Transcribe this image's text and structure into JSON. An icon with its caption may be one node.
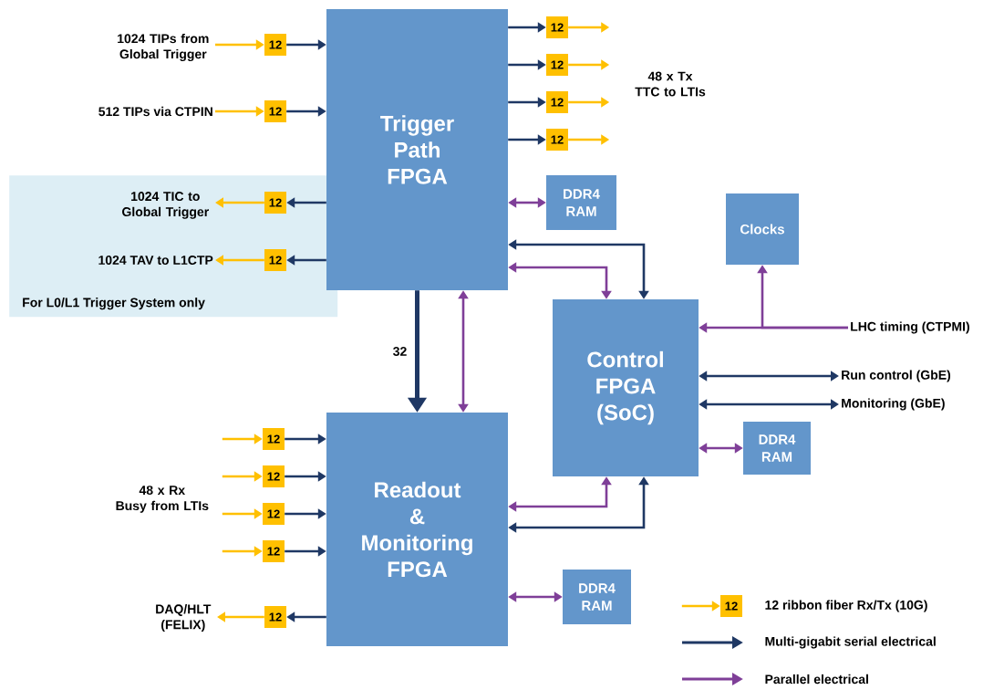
{
  "diagram": {
    "nodes": [
      {
        "text": [
          "Trigger Path FPGA"
        ]
      },
      {
        "text": [
          "Readout & Monitoring FPGA"
        ]
      },
      {
        "text": [
          "Control FPGA (SoC)"
        ]
      },
      {
        "text": [
          "Clocks"
        ]
      },
      {
        "text": [
          "For L0/L1 Trigger System only"
        ]
      },
      {
        "text": [
          "1024 TIPs from Global Trigger"
        ]
      },
      {
        "text": [
          "12"
        ]
      },
      {
        "text": [
          "512 TIPs via CTPIN"
        ]
      },
      {
        "text": [
          "12"
        ]
      },
      {
        "text": [
          "1024 TIC to Global Trigger"
        ],
        "in": 4
      },
      {
        "text": [
          "12"
        ],
        "in": 4
      },
      {
        "text": [
          "1024 TAV to L1CTP"
        ],
        "in": 4
      },
      {
        "text": [
          "12"
        ],
        "in": 4
      },
      {
        "text": [
          "12"
        ]
      },
      {
        "text": [
          "12"
        ]
      },
      {
        "text": [
          "12"
        ]
      },
      {
        "text": [
          "12"
        ]
      },
      {
        "text": [
          "DDR4 RAM"
        ]
      },
      {
        "text": [
          "DDR4 RAM"
        ]
      },
      {
        "text": [
          "12"
        ]
      },
      {
        "text": [
          "12"
        ]
      },
      {
        "text": [
          "12"
        ]
      },
      {
        "text": [
          "12"
        ]
      },
      {
        "text": [
          "DAQ/HLT (FELIX)"
        ]
      },
      {
        "text": [
          "12"
        ]
      },
      {
        "text": [
          "DDR4 RAM"
        ]
      },
      {
        "text": [
          "LHC timing (CTPMI)"
        ]
      },
      {
        "text": [
          "Run control (GbE)"
        ]
      },
      {
        "text": [
          "Monitoring (GbE)"
        ]
      },
      {
        "text": [
          "12"
        ]
      }
    ],
    "edges": [
      {
        "from": 5,
        "to": 6,
        "arrow": "to",
        "color": "#ffc000"
      },
      {
        "from": 6,
        "to": 0,
        "arrow": "to"
      },
      {
        "from": 7,
        "to": 8,
        "arrow": "to",
        "color": "#ffc000"
      },
      {
        "from": 8,
        "to": 0,
        "arrow": "to"
      },
      {
        "from": 0,
        "to": 10,
        "arrow": "to"
      },
      {
        "from": 10,
        "to": 9,
        "arrow": "to",
        "color": "#ffc000"
      },
      {
        "from": 0,
        "to": 12,
        "arrow": "to"
      },
      {
        "from": 12,
        "to": 11,
        "arrow": "to",
        "color": "#ffc000"
      },
      {
        "from": 0,
        "to": 13,
        "arrow": "to"
      },
      {
        "from": 0,
        "to": 14,
        "arrow": "to"
      },
      {
        "from": 0,
        "to": 15,
        "arrow": "to"
      },
      {
        "from": 0,
        "to": 16,
        "arrow": "to"
      },
      {
        "from": 13,
        "to": null,
        "arrow": "to",
        "color": "#ffc000"
      },
      {
        "from": 14,
        "to": null,
        "arrow": "to",
        "color": "#ffc000"
      },
      {
        "from": 15,
        "to": null,
        "arrow": "to",
        "color": "#ffc000"
      },
      {
        "from": 16,
        "to": null,
        "arrow": "to",
        "color": "#ffc000"
      },
      {
        "from": 0,
        "to": 17,
        "arrow": "both",
        "color": "#7f3f98"
      },
      {
        "from": 0,
        "to": 1,
        "arrow": "to",
        "style": "thick",
        "label": "32"
      },
      {
        "from": 0,
        "to": 1,
        "arrow": "both",
        "color": "#7f3f98"
      },
      {
        "from": 0,
        "to": 2,
        "arrow": "both"
      },
      {
        "from": 0,
        "to": 2,
        "arrow": "both",
        "color": "#7f3f98"
      },
      {
        "from": 26,
        "to": 2,
        "arrow": "to",
        "color": "#7f3f98"
      },
      {
        "from": 26,
        "to": 3,
        "arrow": "to",
        "color": "#7f3f98"
      },
      {
        "from": 2,
        "to": 27,
        "arrow": "both"
      },
      {
        "from": 2,
        "to": 28,
        "arrow": "both"
      },
      {
        "from": 2,
        "to": 18,
        "arrow": "both",
        "color": "#7f3f98"
      },
      {
        "from": null,
        "to": 19,
        "arrow": "to",
        "color": "#ffc000"
      },
      {
        "from": null,
        "to": 20,
        "arrow": "to",
        "color": "#ffc000"
      },
      {
        "from": null,
        "to": 21,
        "arrow": "to",
        "color": "#ffc000"
      },
      {
        "from": null,
        "to": 22,
        "arrow": "to",
        "color": "#ffc000"
      },
      {
        "from": 19,
        "to": 1,
        "arrow": "to"
      },
      {
        "from": 20,
        "to": 1,
        "arrow": "to"
      },
      {
        "from": 21,
        "to": 1,
        "arrow": "to"
      },
      {
        "from": 22,
        "to": 1,
        "arrow": "to"
      },
      {
        "from": 1,
        "to": 24,
        "arrow": "to"
      },
      {
        "from": 24,
        "to": 23,
        "arrow": "to",
        "color": "#ffc000"
      },
      {
        "from": 1,
        "to": 25,
        "arrow": "both",
        "color": "#7f3f98"
      },
      {
        "from": 1,
        "to": 2,
        "arrow": "both",
        "color": "#7f3f98"
      },
      {
        "from": 1,
        "to": 2,
        "arrow": "both"
      },
      {
        "from": null,
        "to": 29,
        "arrow": "to",
        "color": "#ffc000"
      }
    ],
    "labels": [
      "48 x Tx TTC to LTIs",
      "48 x Rx Busy from LTIs"
    ],
    "legend": [
      {
        "text": "12 ribbon fiber Rx/Tx (10G)"
      },
      {
        "text": "Multi-gigabit serial electrical"
      },
      {
        "text": "Parallel electrical"
      }
    ]
  }
}
